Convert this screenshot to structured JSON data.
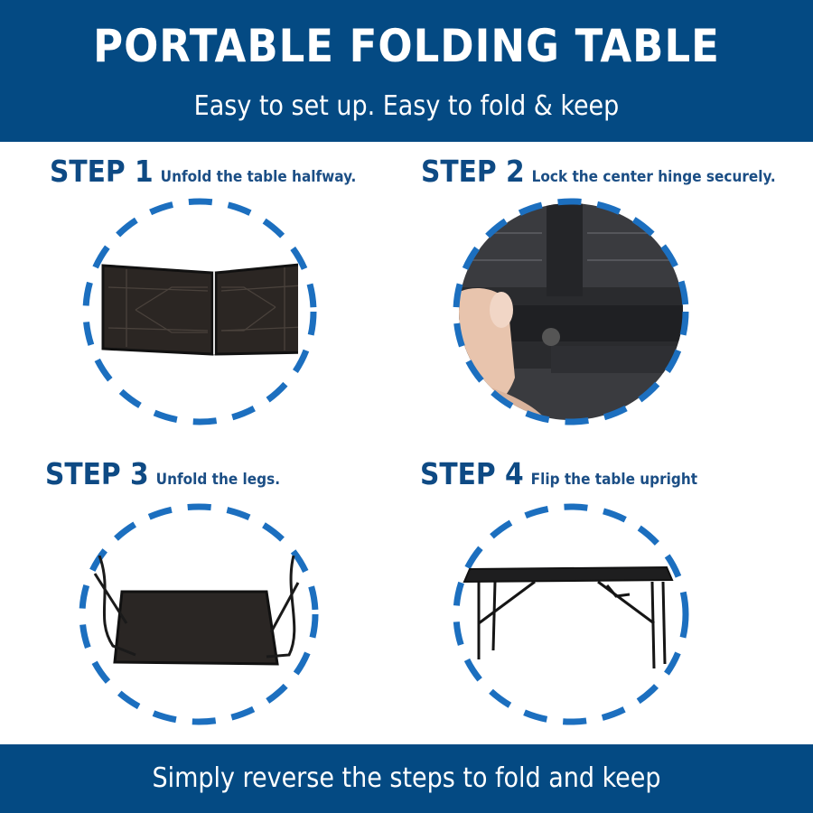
{
  "header": {
    "title": "PORTABLE FOLDING TABLE",
    "subtitle": "Easy to set up. Easy to fold & keep"
  },
  "steps": [
    {
      "label": "STEP 1",
      "description": "Unfold the table halfway.",
      "image": "table-half-unfolded-underside"
    },
    {
      "label": "STEP 2",
      "description": "Lock the center hinge securely.",
      "image": "hand-locking-center-hinge"
    },
    {
      "label": "STEP 3",
      "description": "Unfold the legs.",
      "image": "table-legs-unfolding"
    },
    {
      "label": "STEP 4",
      "description": "Flip the table upright",
      "image": "table-standing-upright"
    }
  ],
  "footer": {
    "text": "Simply reverse the steps to fold and keep"
  },
  "colors": {
    "brand_blue": "#044a83",
    "dash_blue": "#1c6fbf",
    "step_text": "#0e4a84"
  }
}
